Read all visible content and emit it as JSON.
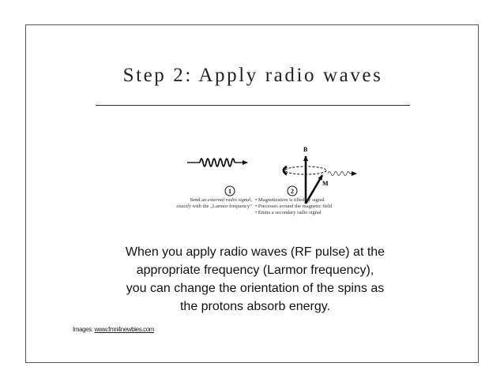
{
  "slide": {
    "title": "Step 2: Apply radio waves",
    "figure": {
      "label_b": "B",
      "label_m": "M",
      "step1_number": "1",
      "step2_number": "2",
      "caption_left": {
        "line1_pre": "Send an ",
        "line1_em": "external radio signal",
        "line1_post": ",",
        "line2_em": "exactly",
        "line2_post": " with the „Larmor frequency“"
      },
      "caption_right": [
        "• Magnetization is tilted by signal",
        "• Precesses around the magnetic field",
        "• Emits a secondary radio signal"
      ]
    },
    "body_lines": [
      "When you apply radio waves (RF pulse) at the",
      "appropriate frequency (Larmor frequency),",
      "you can change the orientation of the spins as",
      "the protons absorb energy."
    ],
    "credit": {
      "prefix": "Images: ",
      "link": "www.fmri4newbies.com"
    }
  }
}
